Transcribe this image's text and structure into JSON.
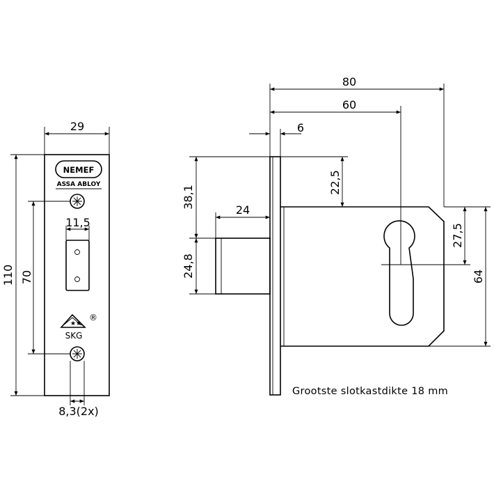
{
  "front_view": {
    "width_label": "29",
    "height_label": "110",
    "hole_spacing_label": "70",
    "slot_width_label": "11,5",
    "hole_diameter_label": "8,3(2x)",
    "brand": "NEMEF",
    "sub_brand": "ASSA ABLOY",
    "cert_mark": "SKG",
    "registered": "®"
  },
  "side_view": {
    "total_depth_label": "80",
    "backset_label": "60",
    "plate_thickness_label": "6",
    "top_offset_label": "22,5",
    "bolt_upper_label": "38,1",
    "bolt_length_label": "24",
    "bolt_height_label": "24,8",
    "cylinder_center_label": "27,5",
    "case_height_label": "64"
  },
  "note": "Grootste slotkastdikte 18 mm"
}
